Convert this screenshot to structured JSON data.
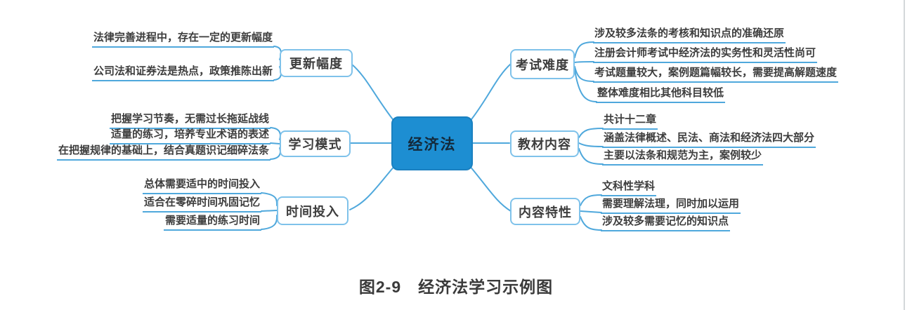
{
  "colors": {
    "connector_line": "#4fa8dc",
    "branch_border": "#7fc2ea",
    "center_fill": "#1d8ed2",
    "center_text": "#14293a",
    "text": "#3d3d3d"
  },
  "center": {
    "label": "经济法"
  },
  "left_branches": [
    {
      "label": "更新幅度",
      "leaves": [
        "法律完善进程中，存在一定的更新幅度",
        "公司法和证券法是热点，政策推陈出新"
      ]
    },
    {
      "label": "学习模式",
      "leaves": [
        "把握学习节奏，无需过长拖延战线",
        "适量的练习，培养专业术语的表述",
        "在把握规律的基础上，结合真题识记细碎法条"
      ]
    },
    {
      "label": "时间投入",
      "leaves": [
        "总体需要适中的时间投入",
        "适合在零碎时间巩固记忆",
        "需要适量的练习时间"
      ]
    }
  ],
  "right_branches": [
    {
      "label": "考试难度",
      "leaves": [
        "涉及较多法条的考核和知识点的准确还原",
        "注册会计师考试中经济法的实务性和灵活性尚可",
        "考试题量较大，案例题篇幅较长，需要提高解题速度",
        "整体难度相比其他科目较低"
      ]
    },
    {
      "label": "教材内容",
      "leaves": [
        "共计十二章",
        "涵盖法律概述、民法、商法和经济法四大部分",
        "主要以法条和规范为主，案例较少"
      ]
    },
    {
      "label": "内容特性",
      "leaves": [
        "文科性学科",
        "需要理解法理，同时加以运用",
        "涉及较多需要记忆的知识点"
      ]
    }
  ],
  "caption": "图2-9　经济法学习示例图"
}
